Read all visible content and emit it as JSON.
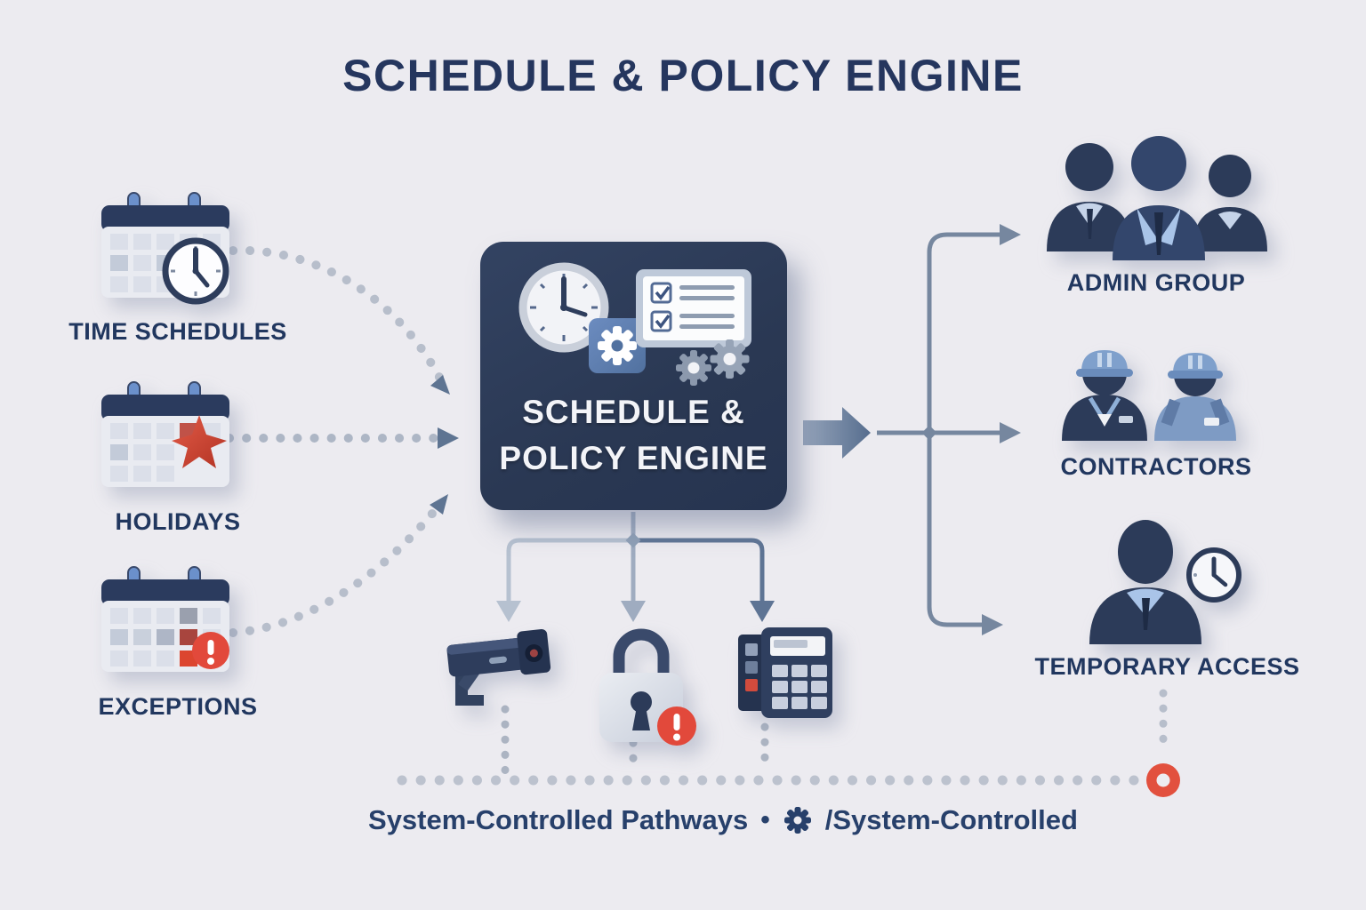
{
  "title": "SCHEDULE & POLICY ENGINE",
  "engine": {
    "line1": "SCHEDULE &",
    "line2": "POLICY ENGINE",
    "icons": [
      "clock-icon",
      "gear-chip-icon",
      "checklist-icon",
      "gears-icon"
    ]
  },
  "inputs": [
    {
      "label": "TIME SCHEDULES",
      "icon": "calendar-clock-icon"
    },
    {
      "label": "HOLIDAYS",
      "icon": "calendar-star-icon"
    },
    {
      "label": "EXCEPTIONS",
      "icon": "calendar-alert-icon"
    }
  ],
  "outputs": [
    {
      "label": "ADMIN GROUP",
      "icon": "admin-group-icon"
    },
    {
      "label": "CONTRACTORS",
      "icon": "contractors-icon"
    },
    {
      "label": "TEMPORARY ACCESS",
      "icon": "person-clock-icon"
    }
  ],
  "devices": [
    {
      "icon": "security-camera-icon"
    },
    {
      "icon": "padlock-alert-icon"
    },
    {
      "icon": "keypad-icon"
    }
  ],
  "legend": {
    "part1": "System-Controlled Pathways",
    "bullet": "•",
    "part2": "/System-Controlled",
    "icon": "gear-icon"
  },
  "colors": {
    "background": "#ECEBF0",
    "navy": "#2C3B59",
    "titleNavy": "#25365E",
    "labelNavy": "#21375F",
    "slate": "#76879F",
    "lightSlate": "#B6C1D0",
    "accentBlue": "#5C7CB0",
    "red": "#E2493B",
    "engineText": "#F3F4F8"
  }
}
